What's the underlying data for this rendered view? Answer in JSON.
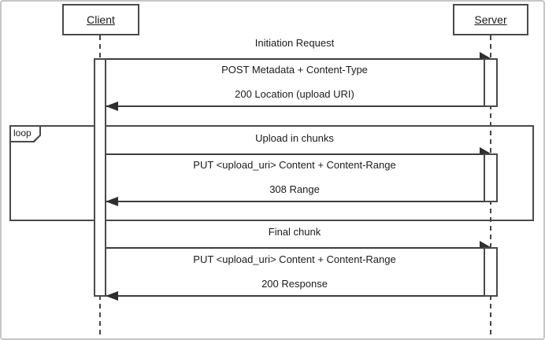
{
  "window": {
    "background": "#ffffff",
    "border_color": "#c6c6c6"
  },
  "diagram": {
    "type": "uml-sequence",
    "actors": {
      "client": "Client",
      "server": "Server"
    },
    "loop": {
      "label": "loop"
    },
    "exchanges": [
      {
        "title": "Initiation Request",
        "request": "POST Metadata + Content-Type",
        "response": "200 Location (upload URI)"
      },
      {
        "title": "Upload in chunks",
        "request": "PUT <upload_uri> Content + Content-Range",
        "response": "308 Range"
      },
      {
        "title": "Final chunk",
        "request": "PUT <upload_uri> Content + Content-Range",
        "response": "200 Response"
      }
    ],
    "colors": {
      "line": "#3d3d3d",
      "text": "#1b1b1b"
    }
  }
}
